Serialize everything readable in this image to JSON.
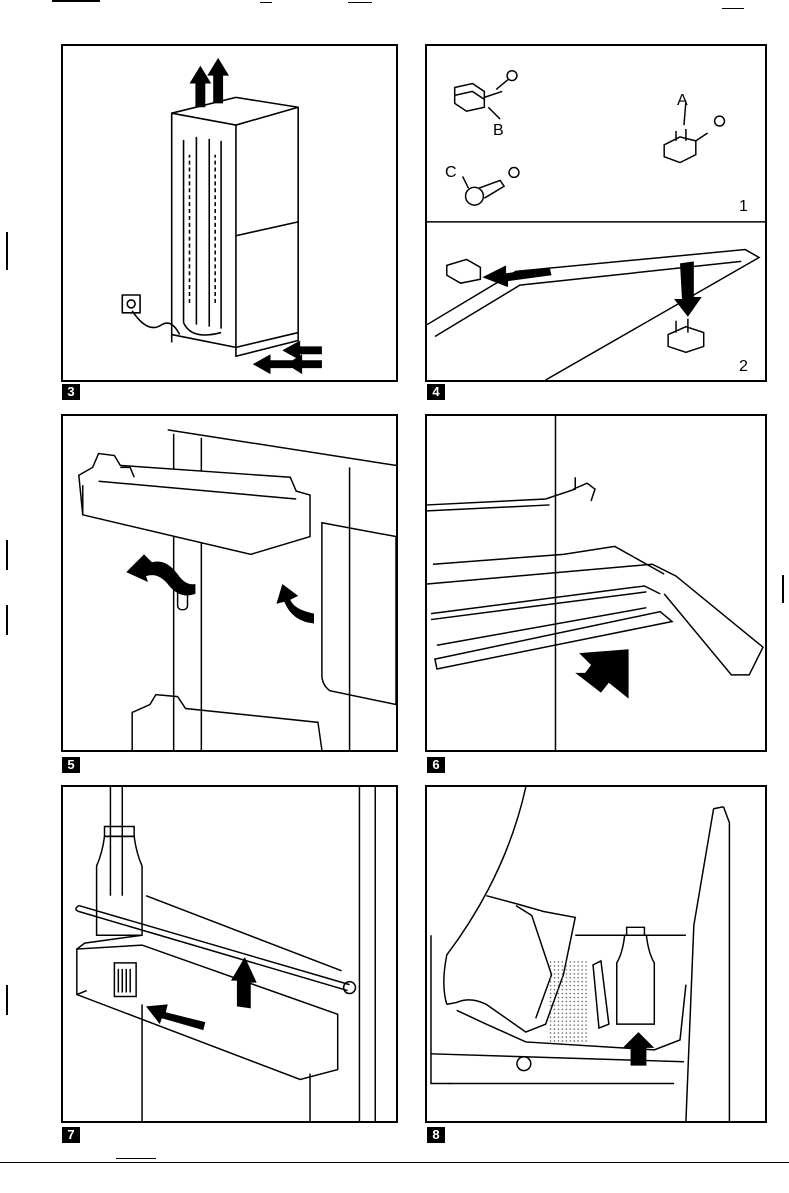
{
  "figures": [
    {
      "number": "3"
    },
    {
      "number": "4",
      "callouts": {
        "a": "A",
        "b": "B",
        "c": "C",
        "step1": "1",
        "step2": "2"
      }
    },
    {
      "number": "5"
    },
    {
      "number": "6"
    },
    {
      "number": "7"
    },
    {
      "number": "8"
    }
  ],
  "colors": {
    "ink": "#000000",
    "paper": "#ffffff",
    "shade": "#8a8a8a"
  }
}
